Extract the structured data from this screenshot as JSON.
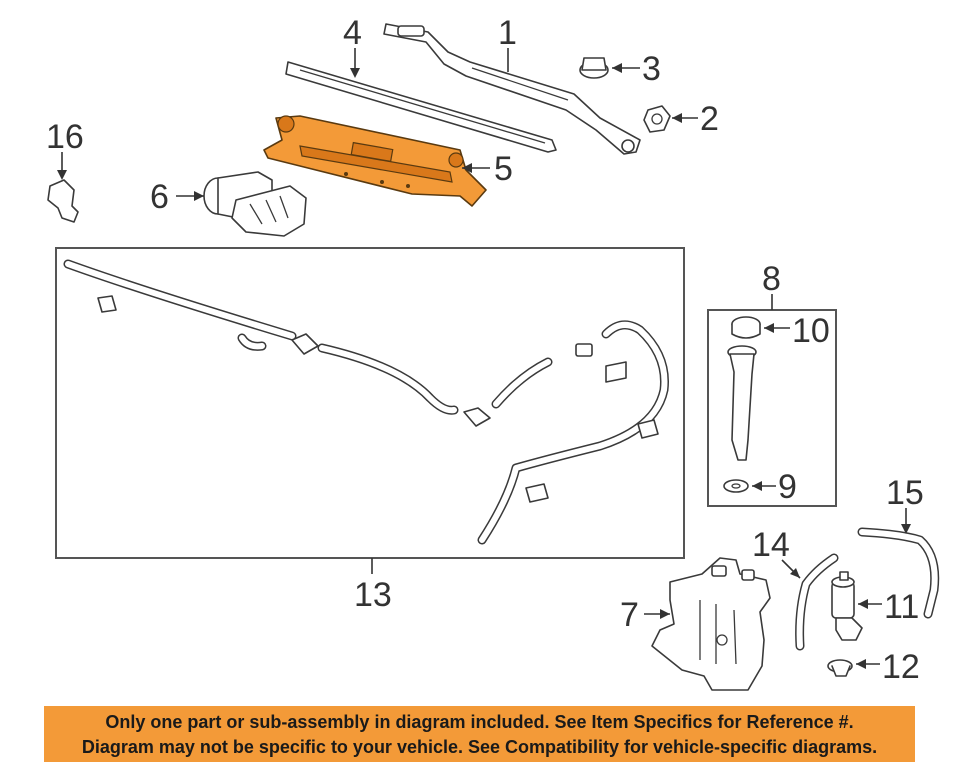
{
  "callouts": {
    "c1": "1",
    "c2": "2",
    "c3": "3",
    "c4": "4",
    "c5": "5",
    "c6": "6",
    "c7": "7",
    "c8": "8",
    "c9": "9",
    "c10": "10",
    "c11": "11",
    "c12": "12",
    "c13": "13",
    "c14": "14",
    "c15": "15",
    "c16": "16"
  },
  "highlight_color": "#f39a38",
  "banner": {
    "line1": "Only one part or sub-assembly in diagram included. See Item Specifics for Reference #.",
    "line2": "Diagram may not be specific to your vehicle. See Compatibility for vehicle-specific diagrams."
  }
}
